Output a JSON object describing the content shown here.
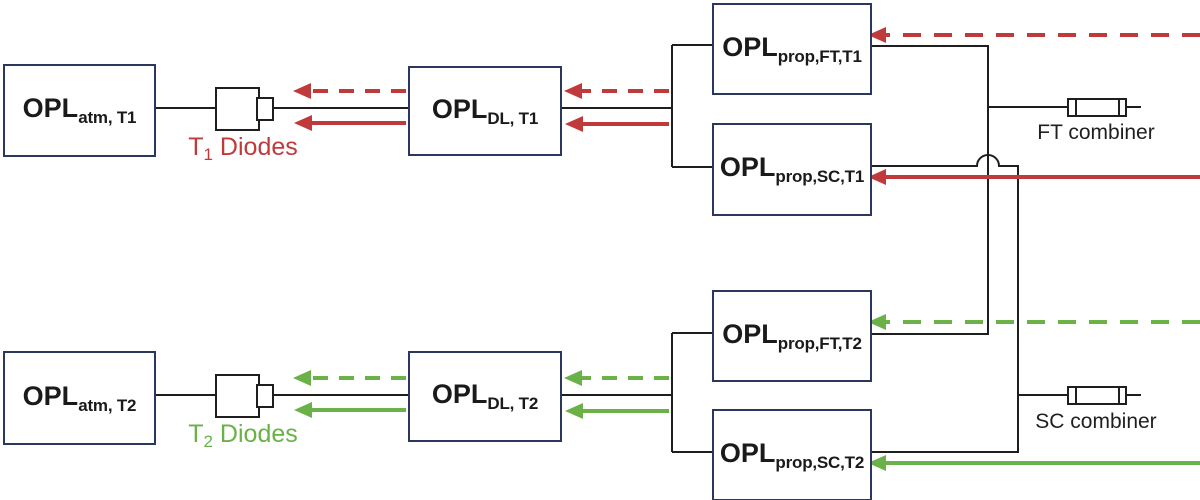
{
  "diagram": {
    "title_implicit": "",
    "colors": {
      "t1_accent": "#C03A3C",
      "t2_accent": "#6AB147",
      "box_border": "#2C3760",
      "wire": "#1E1E1E"
    },
    "boxes": {
      "atm_t1": {
        "main": "OPL",
        "sub": "atm, T1"
      },
      "dl_t1": {
        "main": "OPL",
        "sub": "DL, T1"
      },
      "prop_ft_t1": {
        "main": "OPL",
        "sub": "prop,FT,T1"
      },
      "prop_sc_t1": {
        "main": "OPL",
        "sub": "prop,SC,T1"
      },
      "atm_t2": {
        "main": "OPL",
        "sub": "atm, T2"
      },
      "dl_t2": {
        "main": "OPL",
        "sub": "DL, T2"
      },
      "prop_ft_t2": {
        "main": "OPL",
        "sub": "prop,FT,T2"
      },
      "prop_sc_t2": {
        "main": "OPL",
        "sub": "prop,SC,T2"
      }
    },
    "labels": {
      "t1_diodes": {
        "pre": "T",
        "sub": "1",
        "post": " Diodes"
      },
      "t2_diodes": {
        "pre": "T",
        "sub": "2",
        "post": " Diodes"
      },
      "ft_combiner": "FT combiner",
      "sc_combiner": "SC combiner"
    }
  }
}
